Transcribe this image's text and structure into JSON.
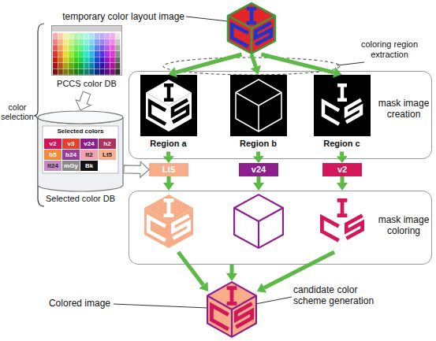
{
  "diagram": {
    "nodes": [
      {
        "text": [
          "temporary color layout image"
        ]
      },
      {
        "text": [
          "mask image creation"
        ]
      },
      {
        "text": [
          "Region a"
        ],
        "in": 1
      },
      {
        "text": [
          "Region b"
        ],
        "in": 1
      },
      {
        "text": [
          "Region c"
        ],
        "in": 1
      },
      {
        "text": [
          "Lt5"
        ]
      },
      {
        "text": [
          "v24"
        ]
      },
      {
        "text": [
          "v2"
        ]
      },
      {
        "text": [
          "mask image coloring"
        ]
      },
      {
        "text": [
          "Colored image"
        ]
      },
      {
        "text": [
          "PCCS color DB"
        ]
      },
      {
        "text": [
          "Selected colors",
          "v2",
          "v3",
          "v24",
          "h2",
          "b5",
          "b24",
          "lt2",
          "Lt5",
          "lt24",
          "mGy",
          "Bk",
          "Selected color DB"
        ]
      }
    ],
    "edges": [
      {
        "from": 0,
        "to": 2,
        "arrow": "to"
      },
      {
        "from": 0,
        "to": 3,
        "arrow": "to"
      },
      {
        "from": 0,
        "to": 4,
        "arrow": "to"
      },
      {
        "from": 2,
        "to": 5,
        "arrow": "to"
      },
      {
        "from": 3,
        "to": 6,
        "arrow": "to"
      },
      {
        "from": 4,
        "to": 7,
        "arrow": "to"
      },
      {
        "from": 5,
        "to": 8,
        "arrow": "to"
      },
      {
        "from": 6,
        "to": 8,
        "arrow": "to"
      },
      {
        "from": 7,
        "to": 8,
        "arrow": "to"
      },
      {
        "from": 8,
        "to": 9,
        "arrow": "to"
      },
      {
        "from": 10,
        "to": 11,
        "arrow": "to"
      },
      {
        "from": 11,
        "to": 5,
        "arrow": "to"
      }
    ],
    "labels": [
      "coloring region extraction",
      "color selection",
      "candidate color scheme generation"
    ]
  }
}
